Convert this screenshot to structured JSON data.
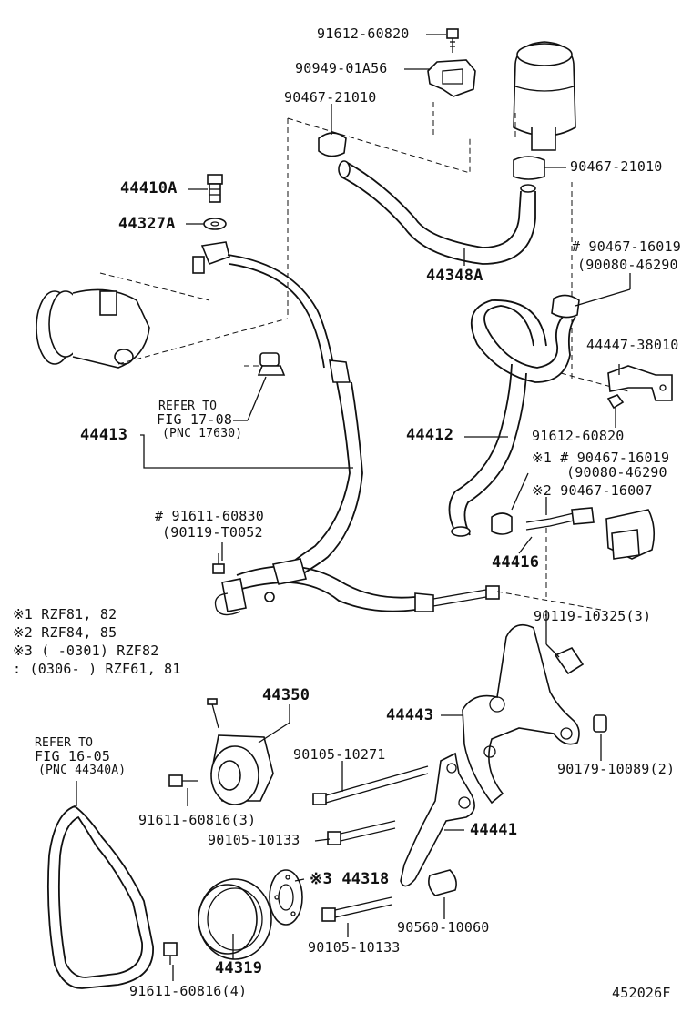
{
  "labels": {
    "p91612_60820_top": "91612-60820",
    "p90949_01a56": "90949-01A56",
    "p90467_21010_left": "90467-21010",
    "p90467_21010_right": "90467-21010",
    "p44410a": "44410A",
    "p44327a": "44327A",
    "p44348a": "44348A",
    "p90467_16019_a": "# 90467-16019",
    "p90080_46290_a": "(90080-46290",
    "p44447_38010": "44447-38010",
    "refer_to_1": "REFER TO",
    "fig_17_08": "FIG 17-08",
    "pnc_17630": "(PNC 17630)",
    "p44413": "44413",
    "p44412": "44412",
    "p91612_60820_mid": "91612-60820",
    "p90467_16019_b": "※1 # 90467-16019",
    "p90080_46290_b": "(90080-46290",
    "p90467_16007": "※2  90467-16007",
    "p91611_60830": "# 91611-60830",
    "p90119_t0052": "(90119-T0052",
    "p44416": "44416",
    "p90119_10325": "90119-10325(3)",
    "note1": "※1 RZF81, 82",
    "note2": "※2 RZF84, 85",
    "note3": "※3  (      -0301) RZF82",
    "note4": "   : (0306-      ) RZF61, 81",
    "p44350": "44350",
    "p44443": "44443",
    "refer_to_2": "REFER TO",
    "fig_16_05": "FIG 16-05",
    "pnc_44340a": "(PNC 44340A)",
    "p90105_10271": "90105-10271",
    "p90179_10089": "90179-10089(2)",
    "p91611_60816_3": "91611-60816(3)",
    "p90105_10133_a": "90105-10133",
    "p44441": "44441",
    "p44318": "※3 44318",
    "p90560_10060": "90560-10060",
    "p90105_10133_b": "90105-10133",
    "p44319": "44319",
    "p91611_60816_4": "91611-60816(4)",
    "figure_id": "452026F"
  }
}
